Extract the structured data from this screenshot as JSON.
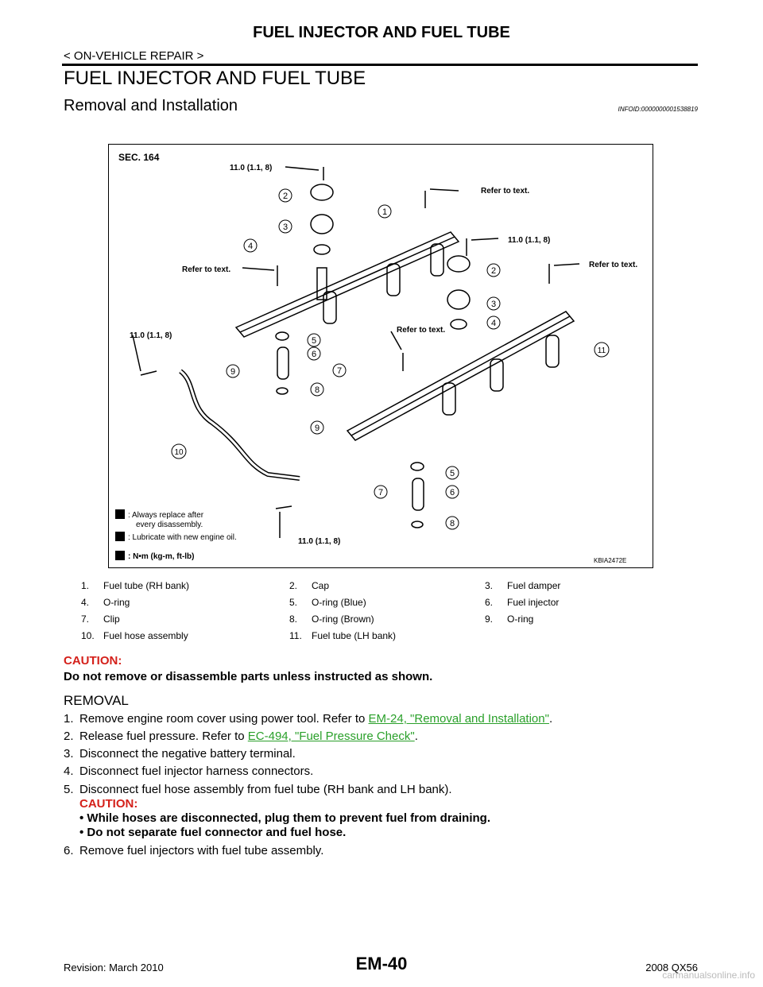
{
  "header": {
    "title": "FUEL INJECTOR AND FUEL TUBE",
    "breadcrumb": "< ON-VEHICLE REPAIR >"
  },
  "section_title": "FUEL INJECTOR AND FUEL TUBE",
  "subsection_title": "Removal and Installation",
  "info_id": "INFOID:0000000001538819",
  "figure": {
    "sec": "SEC. 164",
    "torque_a": "11.0 (1.1, 8)",
    "refer": "Refer to text.",
    "legend_replace_1": ": Always replace after",
    "legend_replace_2": "every disassembly.",
    "legend_lube": ": Lubricate with new engine oil.",
    "legend_torque": ": N•m (kg-m, ft-lb)",
    "code": "KBIA2472E",
    "callouts": [
      "1",
      "2",
      "3",
      "4",
      "5",
      "6",
      "7",
      "8",
      "9",
      "10",
      "11"
    ]
  },
  "legend": [
    {
      "num": "1.",
      "label": "Fuel tube (RH bank)"
    },
    {
      "num": "2.",
      "label": "Cap"
    },
    {
      "num": "3.",
      "label": "Fuel damper"
    },
    {
      "num": "4.",
      "label": "O-ring"
    },
    {
      "num": "5.",
      "label": "O-ring (Blue)"
    },
    {
      "num": "6.",
      "label": "Fuel injector"
    },
    {
      "num": "7.",
      "label": "Clip"
    },
    {
      "num": "8.",
      "label": "O-ring (Brown)"
    },
    {
      "num": "9.",
      "label": "O-ring"
    },
    {
      "num": "10.",
      "label": "Fuel hose assembly"
    },
    {
      "num": "11.",
      "label": "Fuel tube (LH bank)"
    }
  ],
  "caution": {
    "label": "CAUTION:",
    "text": "Do not remove or disassemble parts unless instructed as shown."
  },
  "removal": {
    "heading": "REMOVAL",
    "steps": [
      {
        "num": "1.",
        "pre": "Remove engine room cover using power tool. Refer to ",
        "link": "EM-24, \"Removal and Installation\"",
        "post": "."
      },
      {
        "num": "2.",
        "pre": "Release fuel pressure. Refer to ",
        "link": "EC-494, \"Fuel Pressure Check\"",
        "post": "."
      },
      {
        "num": "3.",
        "text": "Disconnect the negative battery terminal."
      },
      {
        "num": "4.",
        "text": "Disconnect fuel injector harness connectors."
      },
      {
        "num": "5.",
        "text": "Disconnect fuel hose assembly from fuel tube (RH bank and LH bank)."
      },
      {
        "num": "6.",
        "text": "Remove fuel injectors with fuel tube assembly."
      }
    ],
    "step5_caution": "CAUTION:",
    "step5_bullet1": "•  While hoses are disconnected, plug them to prevent fuel from draining.",
    "step5_bullet2": "•  Do not separate fuel connector and fuel hose."
  },
  "footer": {
    "revision": "Revision: March 2010",
    "page": "EM-40",
    "model": "2008 QX56",
    "watermark": "carmanualsonline.info"
  }
}
